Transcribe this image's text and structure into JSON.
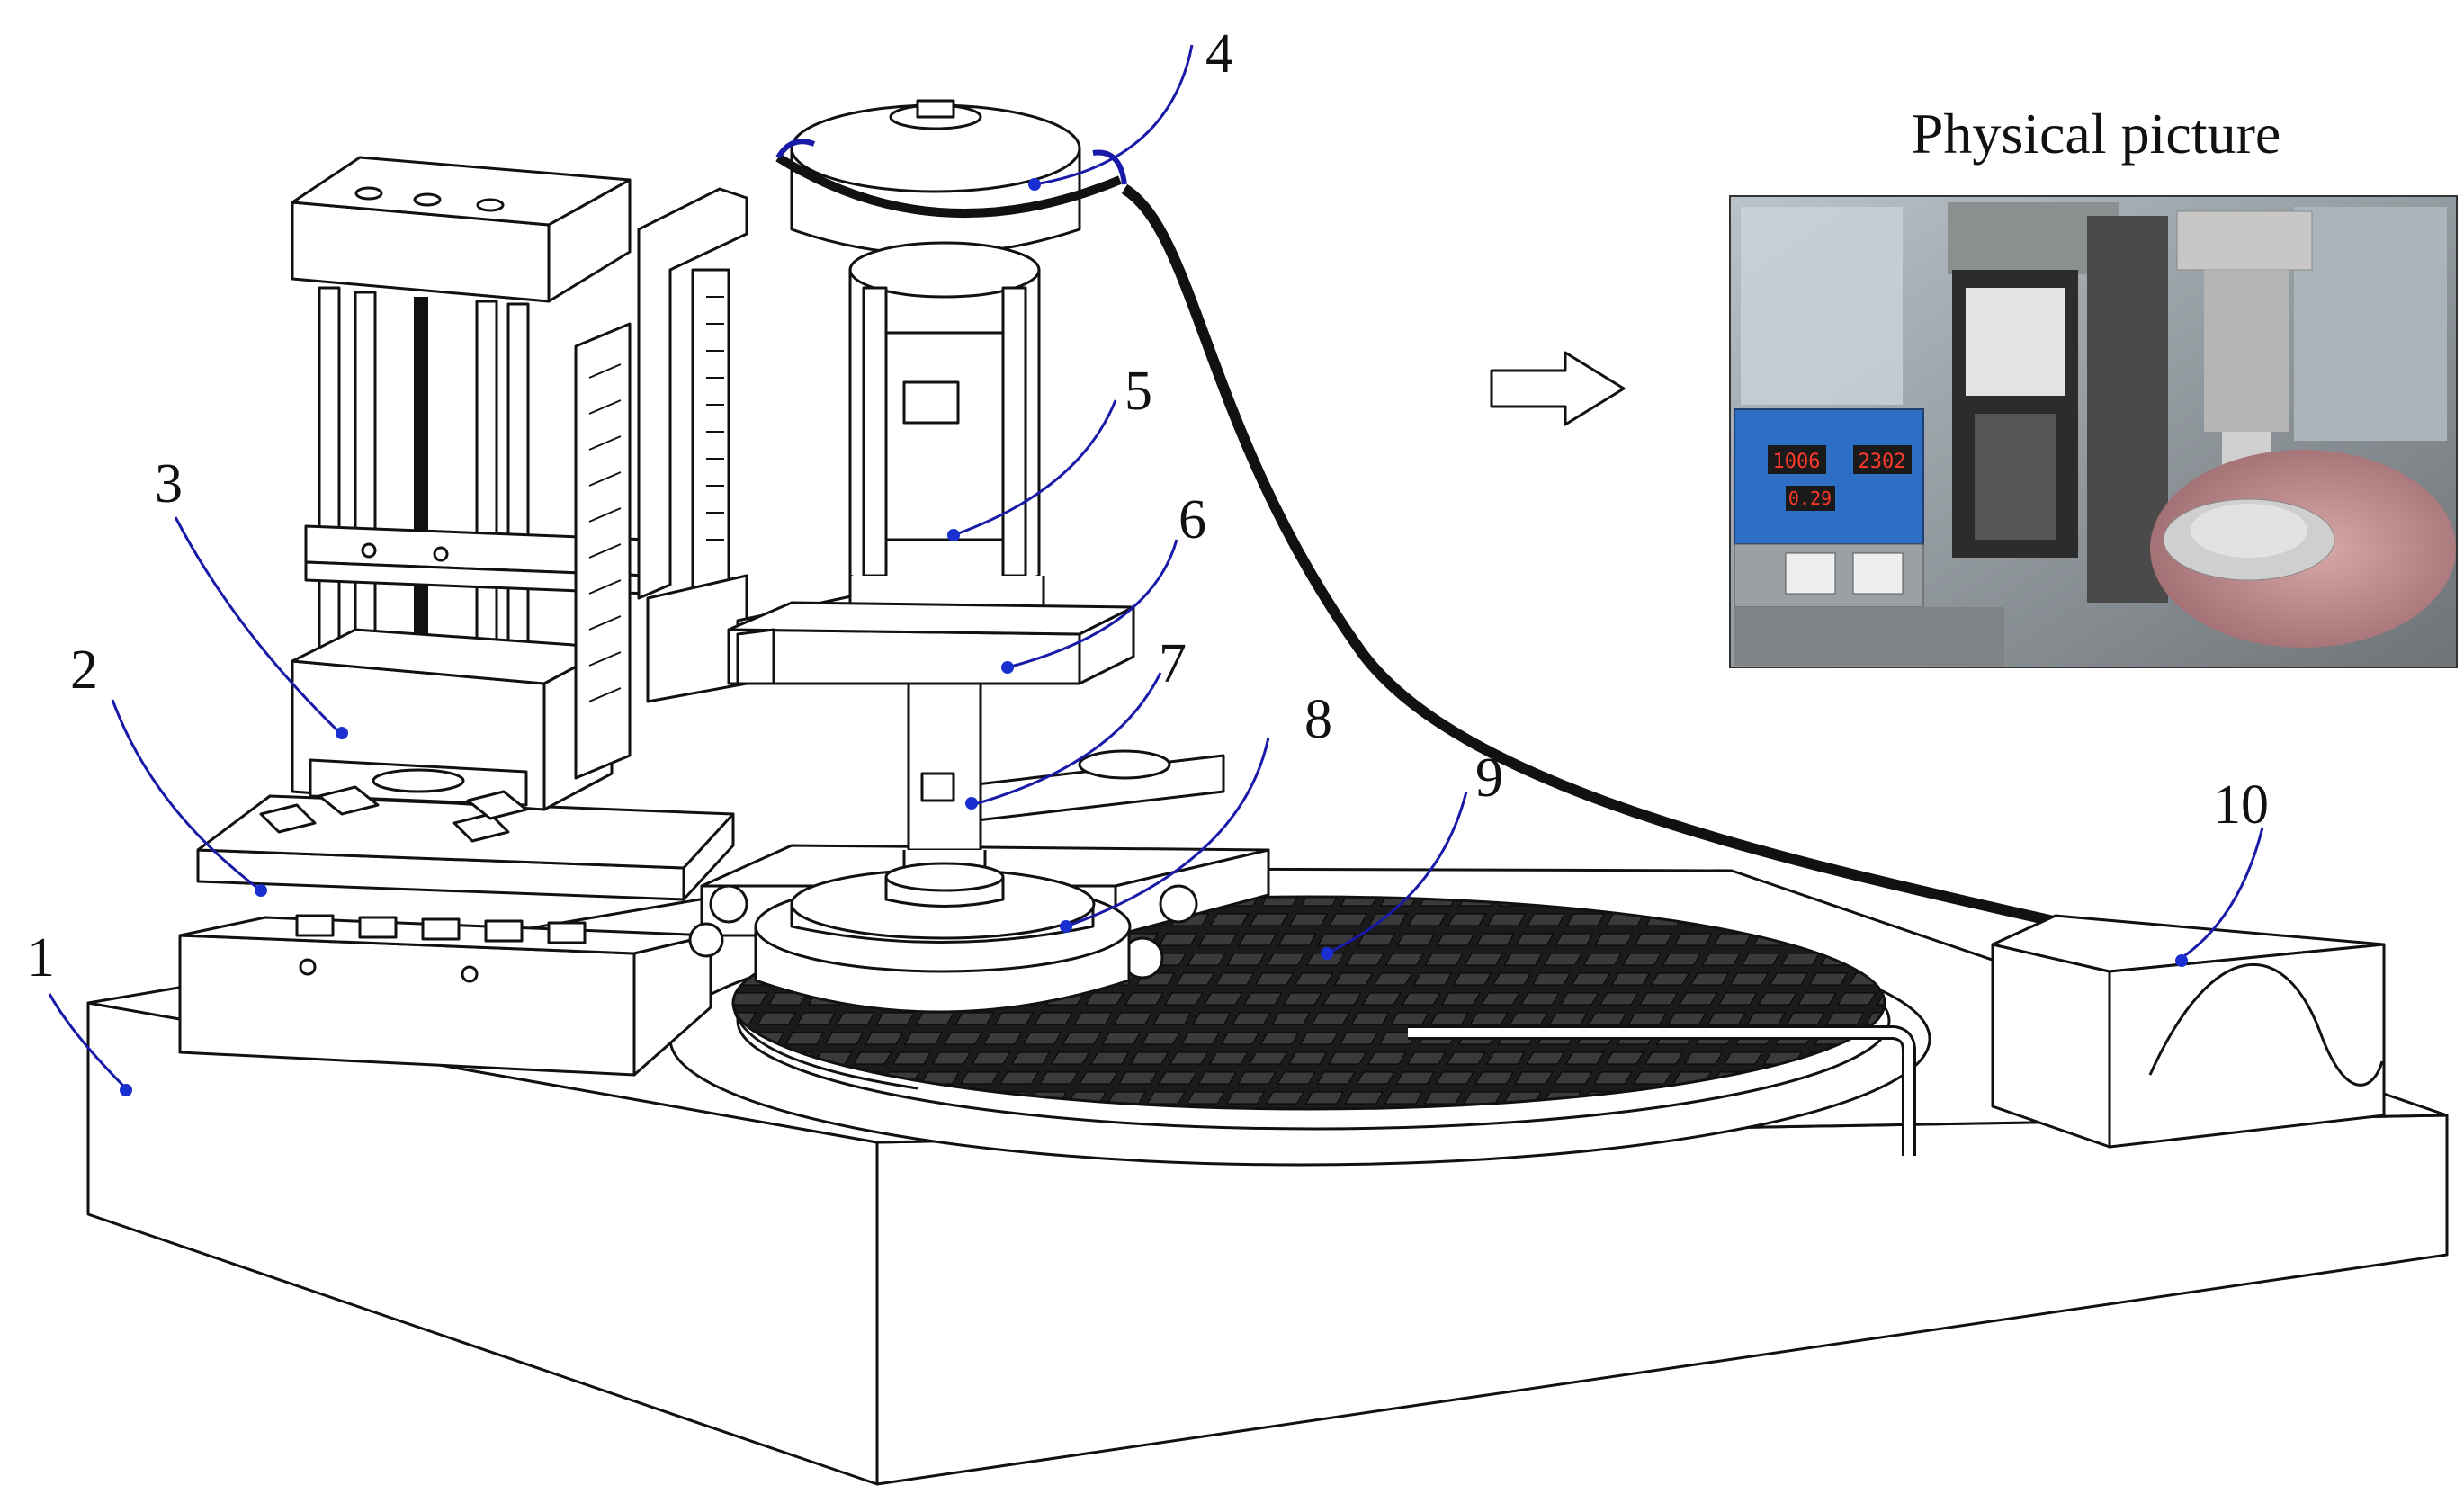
{
  "photo_title": "Physical picture",
  "callouts": [
    {
      "n": "1"
    },
    {
      "n": "2"
    },
    {
      "n": "3"
    },
    {
      "n": "4"
    },
    {
      "n": "5"
    },
    {
      "n": "6"
    },
    {
      "n": "7"
    },
    {
      "n": "8"
    },
    {
      "n": "9"
    },
    {
      "n": "10"
    }
  ],
  "photo_readouts": [
    "1006",
    "2302",
    "0.29"
  ],
  "colors": {
    "leader": "#1a1aa8",
    "dot": "#1a2fd0",
    "line": "#111111"
  }
}
